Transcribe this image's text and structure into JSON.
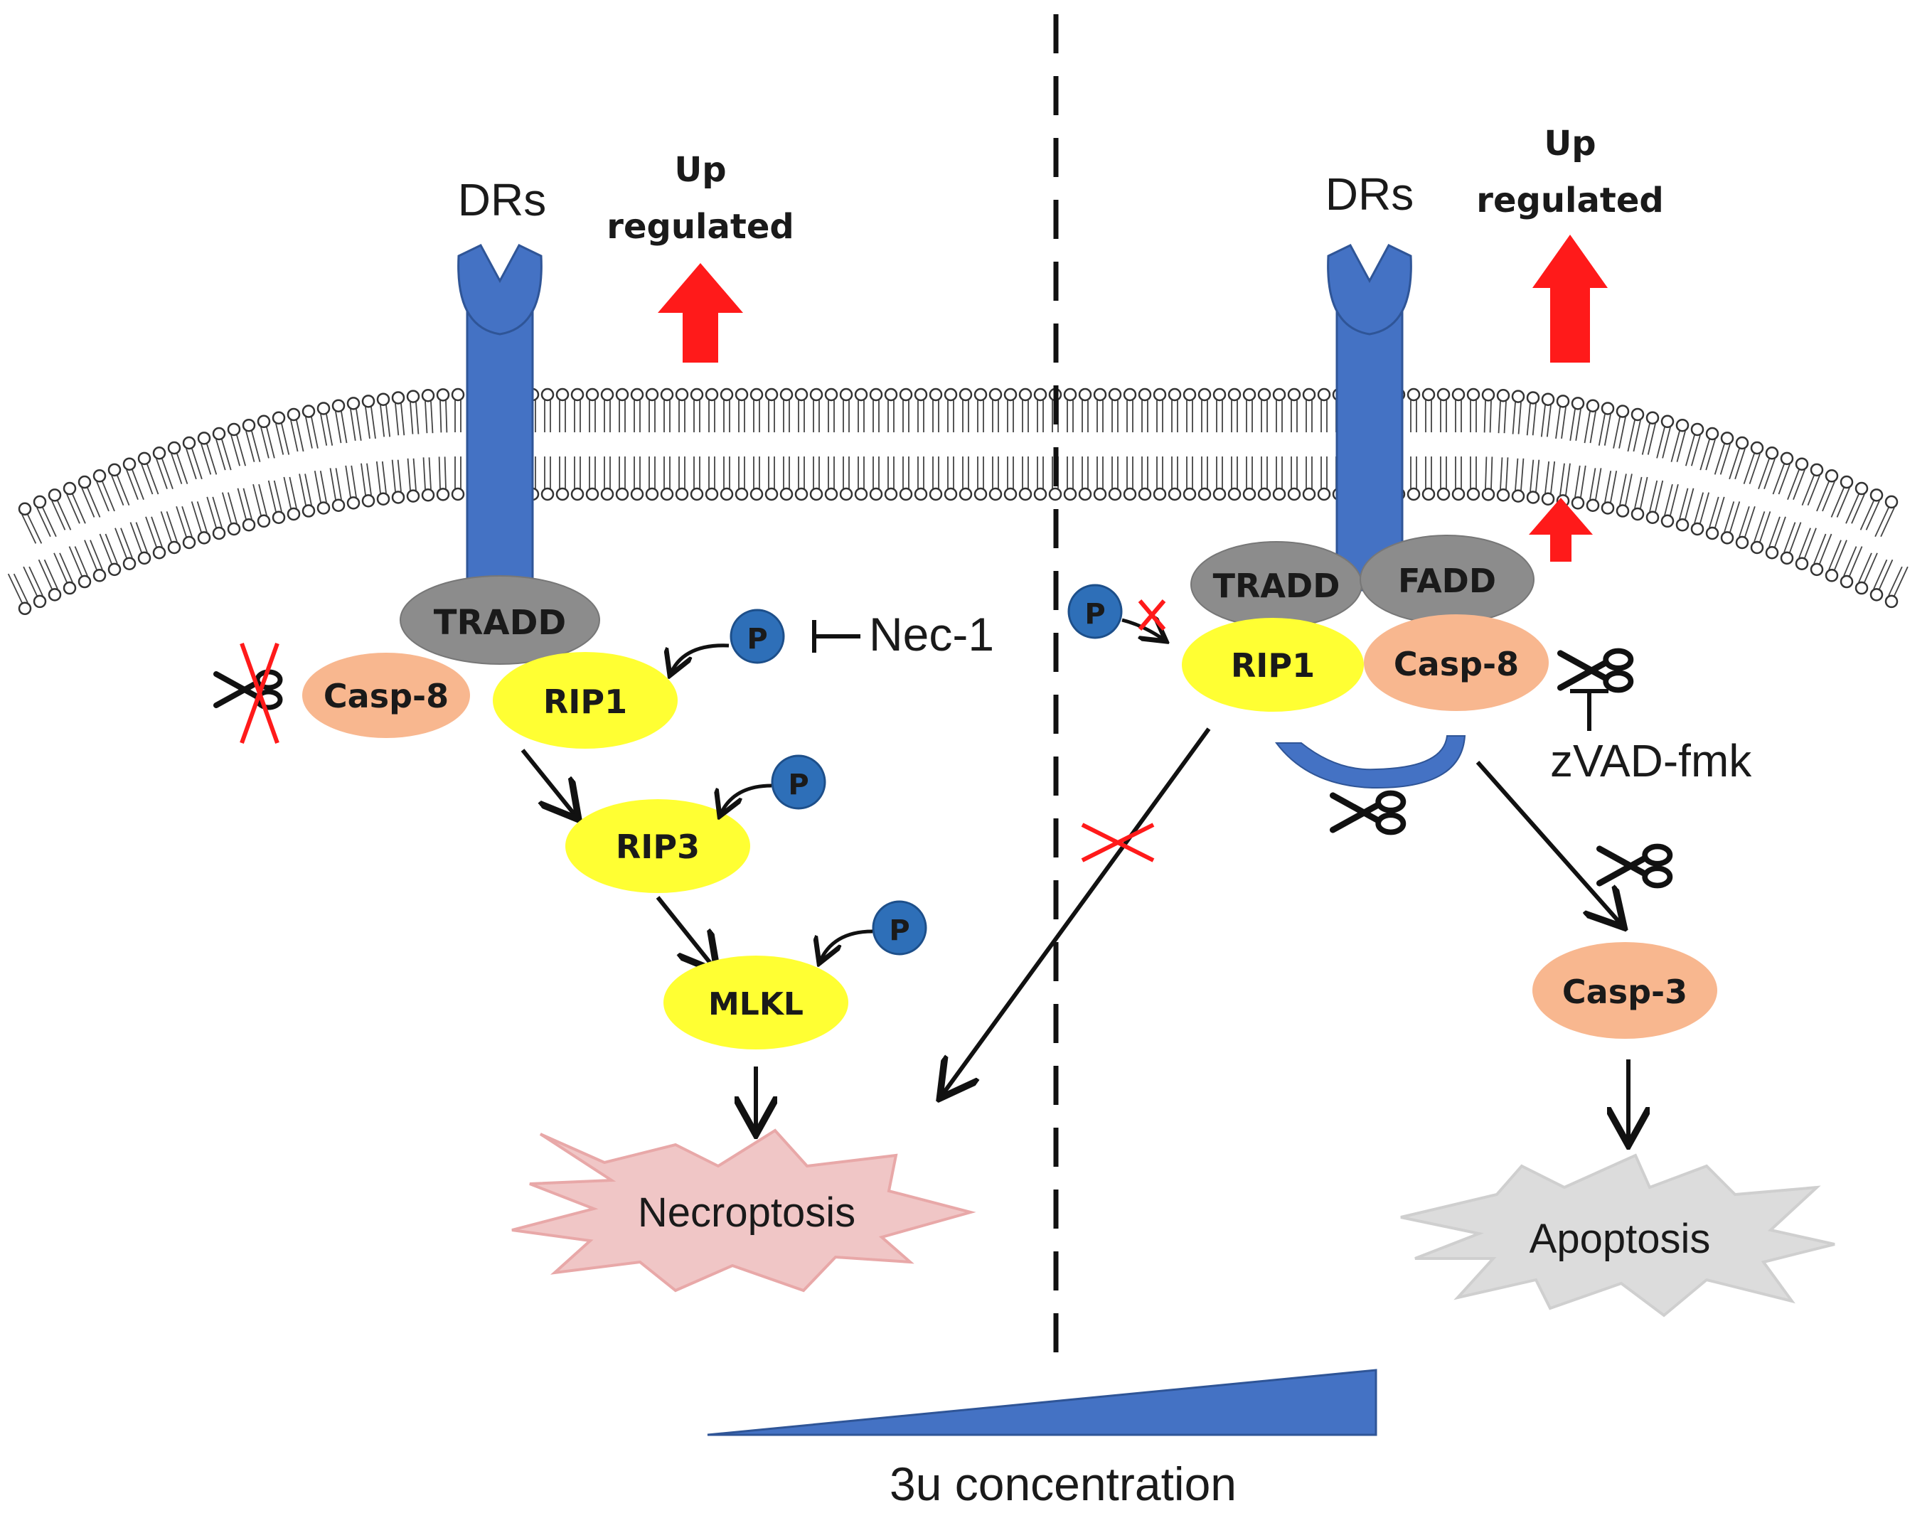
{
  "colors": {
    "receptor": "#4472c4",
    "receptor_dark": "#2f5597",
    "yellow": "#ffff33",
    "orange": "#f8b78f",
    "gray": "#8c8c8c",
    "phospho": "#2e6fb8",
    "red": "#ff1a1a",
    "necro_fill": "#f0c6c6",
    "necro_stroke": "#e8a8a8",
    "apop_fill": "#dcdcdc",
    "apop_stroke": "#cfcfcf",
    "triangle": "#4472c4"
  },
  "left": {
    "receptor_label": "DRs",
    "upregulated_line1": "Up",
    "upregulated_line2": "regulated",
    "tradd": "TRADD",
    "casp8": "Casp-8",
    "rip1": "RIP1",
    "rip3": "RIP3",
    "mlkl": "MLKL",
    "inhibitor": "Nec-1",
    "outcome": "Necroptosis",
    "phospho_label": "P"
  },
  "right": {
    "receptor_label": "DRs",
    "upregulated_line1": "Up",
    "upregulated_line2": "regulated",
    "tradd": "TRADD",
    "fadd": "FADD",
    "rip1": "RIP1",
    "casp8": "Casp-8",
    "casp3": "Casp-3",
    "inhibitor": "zVAD-fmk",
    "outcome": "Apoptosis",
    "phospho_label": "P"
  },
  "gradient_label": "3u concentration"
}
